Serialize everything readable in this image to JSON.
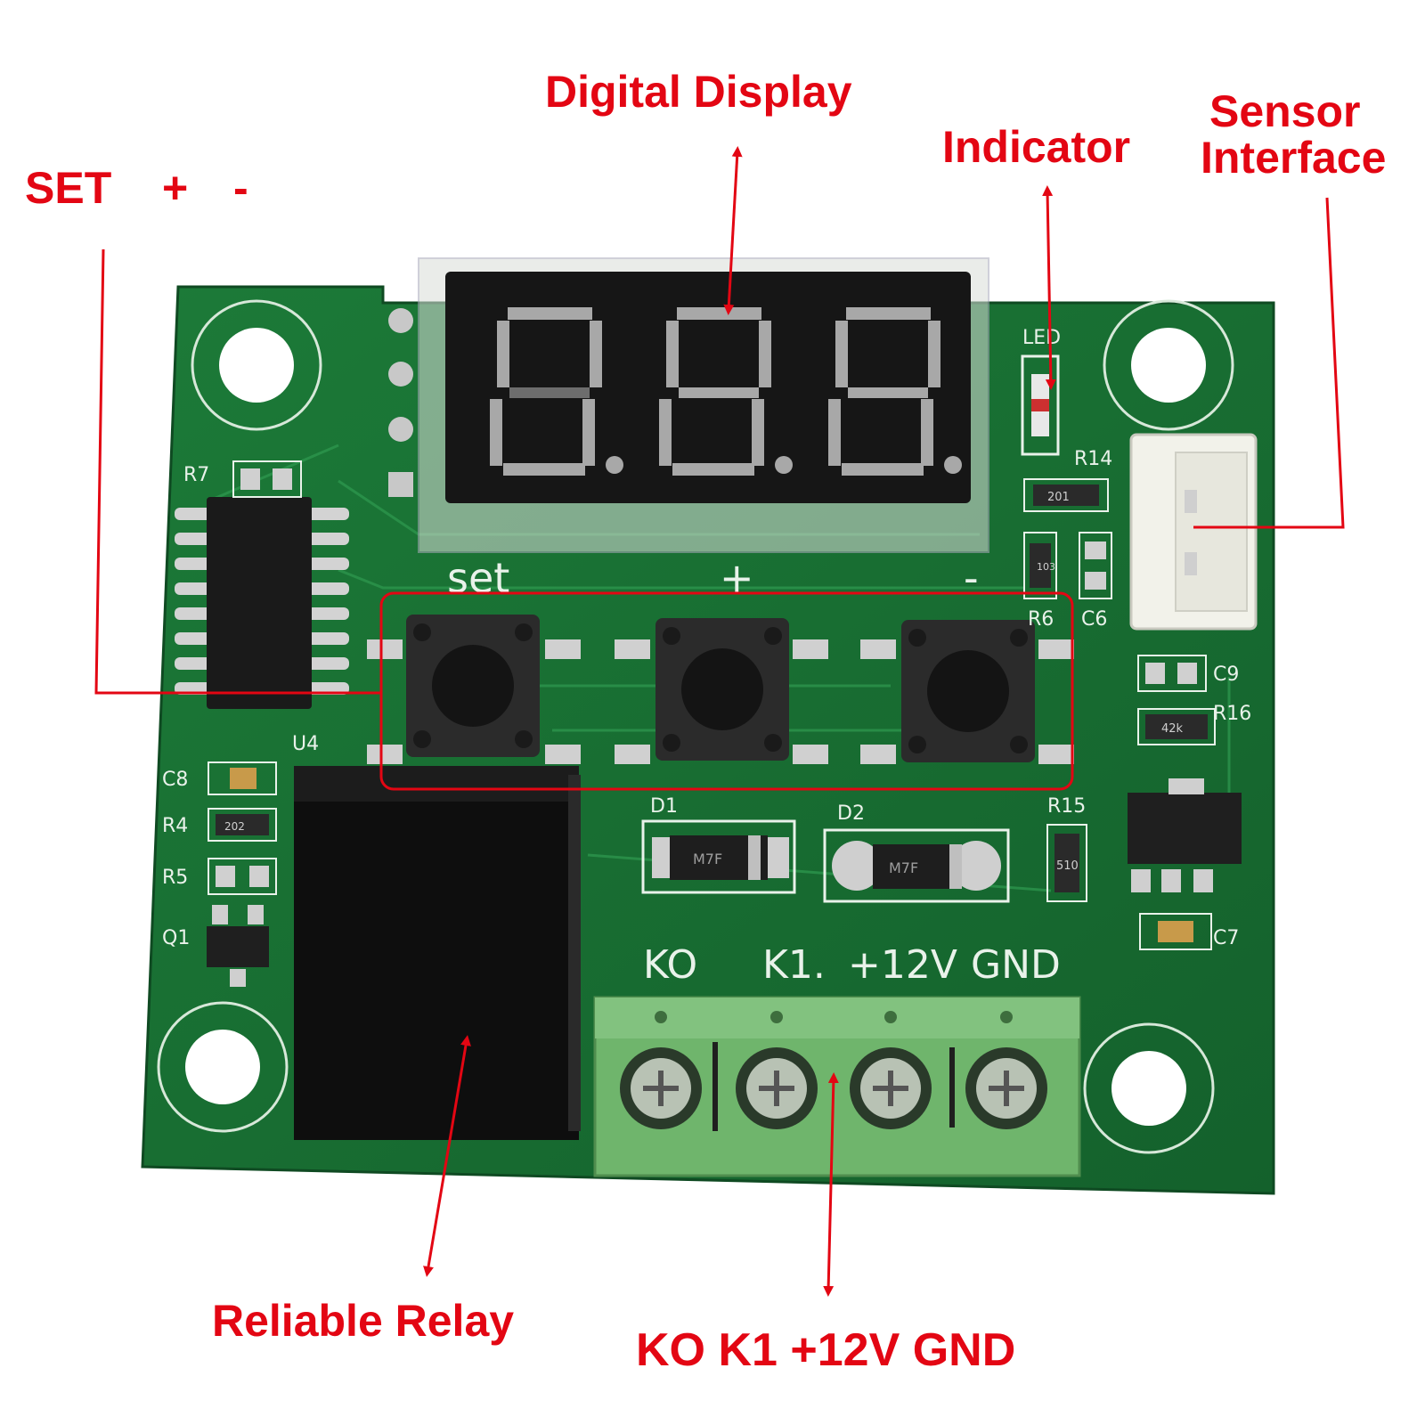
{
  "callouts": {
    "digital_display": "Digital Display",
    "indicator": "Indicator",
    "sensor_interface": [
      "Sensor",
      "Interface"
    ],
    "buttons": [
      "SET",
      "+",
      "-"
    ],
    "relay": "Reliable Relay",
    "terminals": "KO K1 +12V GND"
  },
  "board": {
    "button_labels": [
      "set",
      "+",
      "-"
    ],
    "terminal_labels": [
      "KO",
      "K1.",
      "+12V",
      "GND"
    ],
    "silk": {
      "led": "LED",
      "r7": "R7",
      "u4": "U4",
      "r14": "R14",
      "r6": "R6",
      "c6": "C6",
      "c9": "C9",
      "r16": "R16",
      "r15": "R15",
      "c7": "C7",
      "c8": "C8",
      "r4": "R4",
      "r5": "R5",
      "q1": "Q1",
      "d1": "D1",
      "d2": "D2"
    },
    "component_marks": {
      "diode": "M7F",
      "r14": "201",
      "r6": "103",
      "r16": "42k",
      "r15": "510",
      "r4": "202"
    }
  },
  "colors": {
    "callout_red": "#e30613",
    "pcb_green": "#1f7a3a",
    "terminal_green": "#6fb56c",
    "display_black": "#161616",
    "segment_grey": "#a8a8a8"
  }
}
